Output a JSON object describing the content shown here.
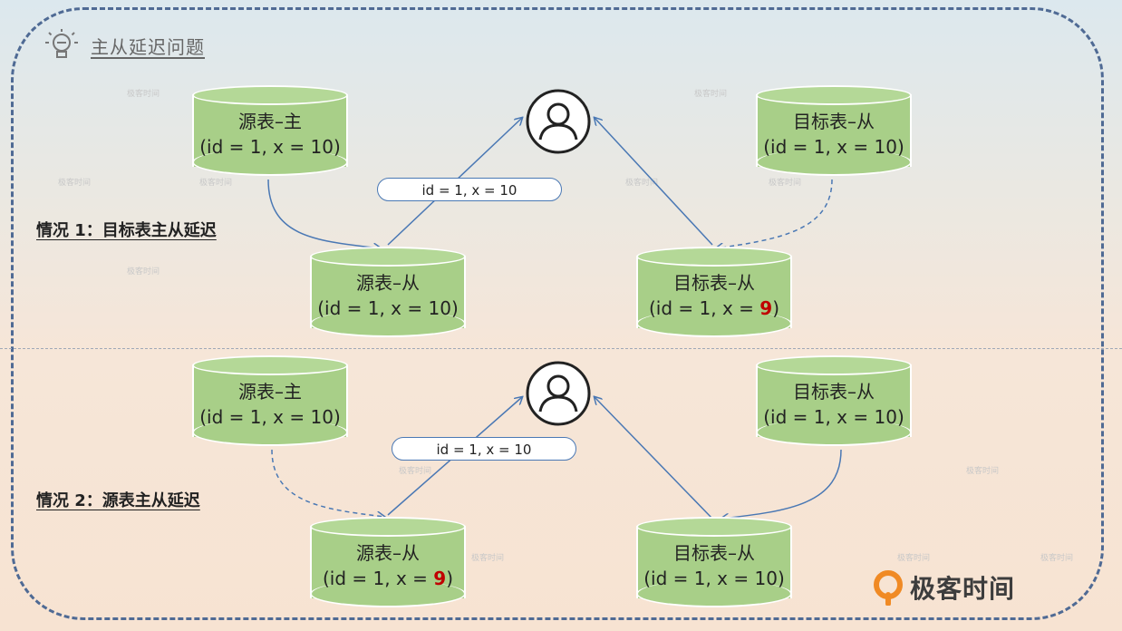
{
  "header": {
    "title": "主从延迟问题"
  },
  "cases": [
    {
      "label": "情况 1：目标表主从延迟",
      "source_master": {
        "name": "源表–主",
        "values_prefix": "(id = 1, x = ",
        "x": "10",
        "values_suffix": ")",
        "highlight": false
      },
      "source_slave": {
        "name": "源表–从",
        "values_prefix": "(id = 1, x = ",
        "x": "10",
        "values_suffix": ")",
        "highlight": false
      },
      "target_master": {
        "name": "目标表–从",
        "values_prefix": "(id = 1, x = ",
        "x": "10",
        "values_suffix": ")",
        "highlight": false
      },
      "target_slave": {
        "name": "目标表–从",
        "values_prefix": "(id = 1, x = ",
        "x": "9",
        "values_suffix": ")",
        "highlight": true
      },
      "message": "id = 1,  x = 10"
    },
    {
      "label": "情况 2：源表主从延迟",
      "source_master": {
        "name": "源表–主",
        "values_prefix": "(id = 1, x = ",
        "x": "10",
        "values_suffix": ")",
        "highlight": false
      },
      "source_slave": {
        "name": "源表–从",
        "values_prefix": "(id = 1, x = ",
        "x": "9",
        "values_suffix": ")",
        "highlight": true
      },
      "target_master": {
        "name": "目标表–从",
        "values_prefix": "(id = 1, x = ",
        "x": "10",
        "values_suffix": ")",
        "highlight": false
      },
      "target_slave": {
        "name": "目标表–从",
        "values_prefix": "(id = 1, x = ",
        "x": "10",
        "values_suffix": ")",
        "highlight": false
      },
      "message": "id = 1,  x = 10"
    }
  ],
  "brand": {
    "name": "极客时间"
  },
  "watermark": "极客时间",
  "colors": {
    "cylinder": "#a8cf88",
    "arrow": "#4a78b4",
    "highlight": "#c00000",
    "frame": "#4f6a94"
  }
}
